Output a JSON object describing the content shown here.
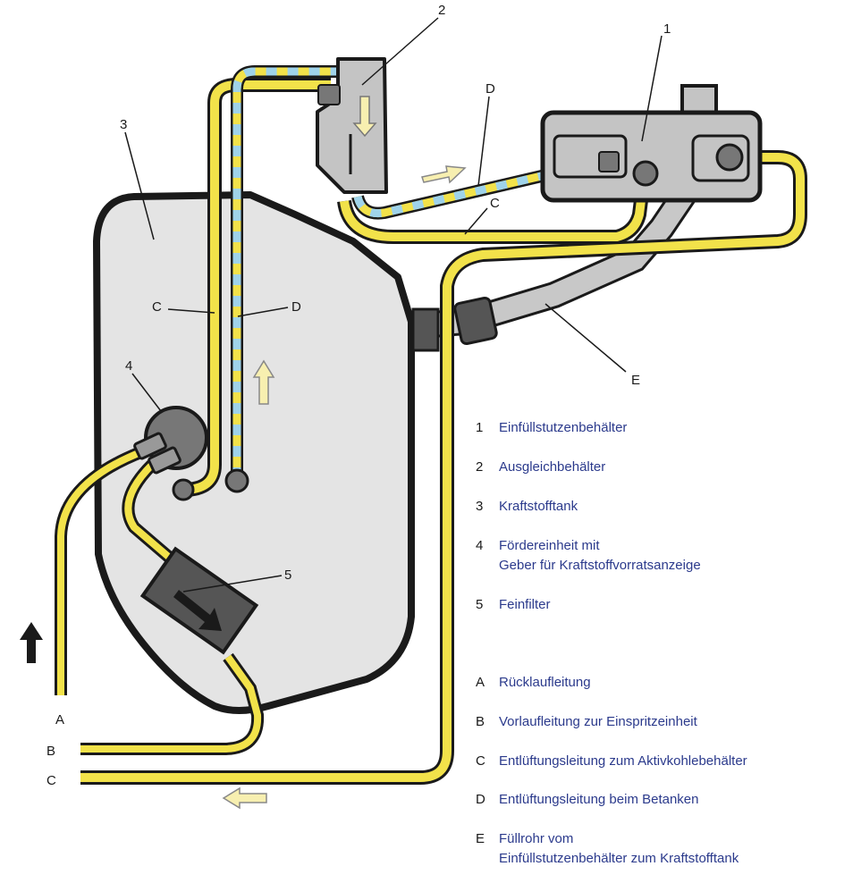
{
  "callouts": {
    "n1": "1",
    "n2": "2",
    "n3": "3",
    "n4": "4",
    "n5": "5",
    "c_top": "C",
    "d_top": "D",
    "c_mid": "C",
    "d_mid": "D",
    "e": "E",
    "a": "A",
    "b": "B",
    "c": "C"
  },
  "legend": [
    {
      "key": "1",
      "lines": [
        "Einfüllstutzenbehälter"
      ]
    },
    {
      "key": "2",
      "lines": [
        "Ausgleichbehälter"
      ]
    },
    {
      "key": "3",
      "lines": [
        "Kraftstofftank"
      ]
    },
    {
      "key": "4",
      "lines": [
        "Fördereinheit mit",
        "Geber für Kraftstoffvorratsanzeige"
      ]
    },
    {
      "key": "5",
      "lines": [
        "Feinfilter"
      ]
    },
    {
      "key": "A",
      "lines": [
        "Rücklaufleitung"
      ]
    },
    {
      "key": "B",
      "lines": [
        "Vorlaufleitung zur Einspritzeinheit"
      ]
    },
    {
      "key": "C",
      "lines": [
        "Entlüftungsleitung zum Aktivkohlebehälter"
      ]
    },
    {
      "key": "D",
      "lines": [
        "Entlüftungsleitung beim Betanken"
      ]
    },
    {
      "key": "E",
      "lines": [
        "Füllrohr vom",
        "Einfüllstutzenbehälter zum Kraftstofftank"
      ]
    }
  ],
  "colors": {
    "fuel_line": "#f2e24a",
    "vent_line": "#9fd3ea",
    "tank_fill": "#e4e4e4",
    "component_fill": "#c4c4c4",
    "outline": "#1a1a1a",
    "legend_text": "#2b3a8c",
    "arrow_pale": "#f7efb0"
  }
}
